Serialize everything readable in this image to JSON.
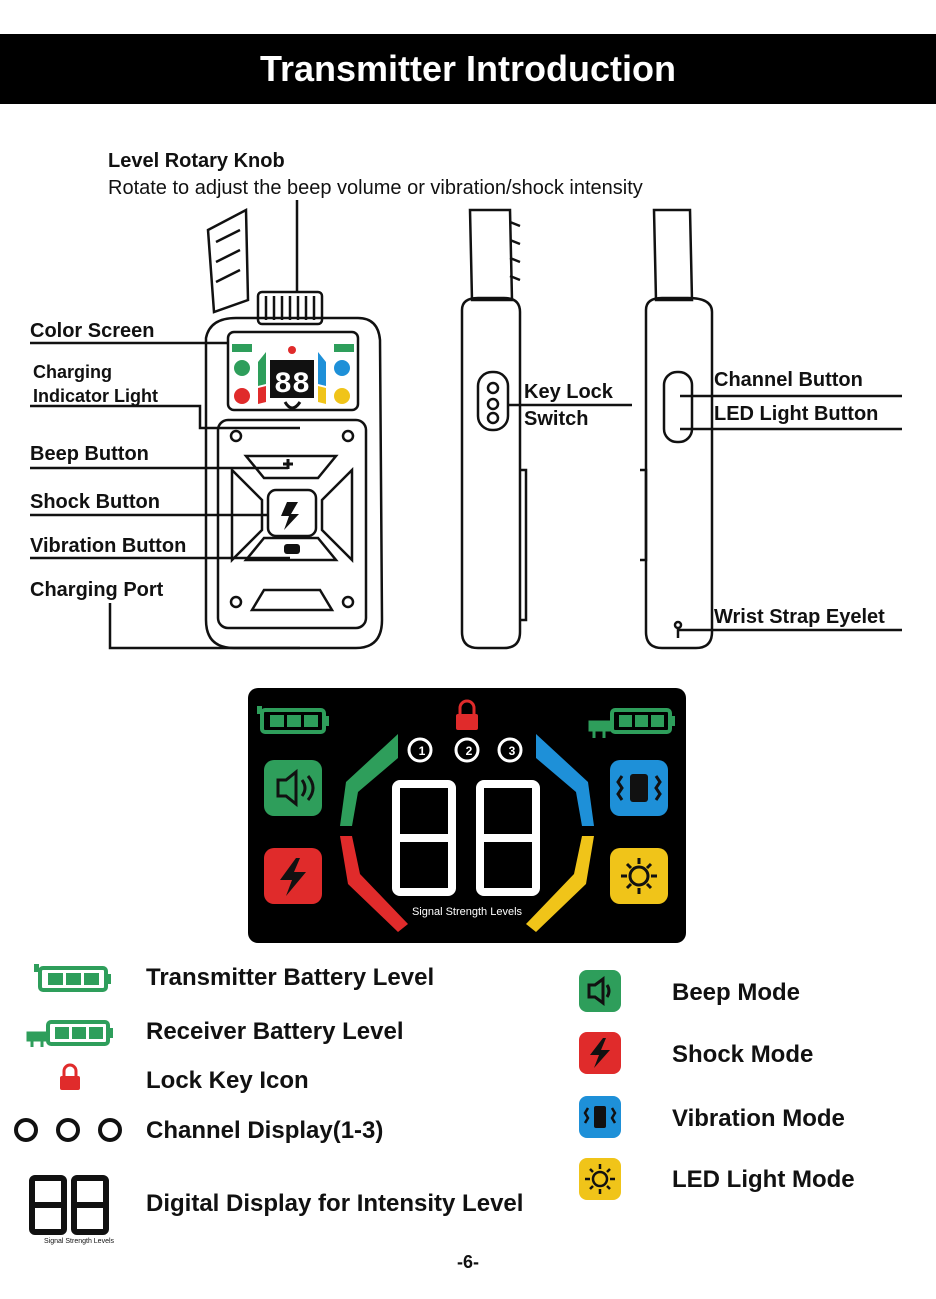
{
  "header": {
    "title": "Transmitter Introduction"
  },
  "knob": {
    "title": "Level Rotary Knob",
    "desc": "Rotate to adjust the beep volume or vibration/shock intensity"
  },
  "front_labels": {
    "color_screen": "Color Screen",
    "charging_line1": "Charging",
    "charging_line2": "Indicator Light",
    "beep_button": "Beep Button",
    "shock_button": "Shock Button",
    "vibration_button": "Vibration Button",
    "charging_port": "Charging Port"
  },
  "side_labels": {
    "key_lock_line1": "Key Lock",
    "key_lock_line2": "Switch",
    "channel_button": "Channel Button",
    "led_light_button": "LED Light Button",
    "wrist_strap": "Wrist Strap Eyelet"
  },
  "screen": {
    "digits": "88",
    "caption": "Signal Strength Levels",
    "colors": {
      "green": "#2e9e5b",
      "red": "#e02b2b",
      "blue": "#1e90d8",
      "yellow": "#f0c419"
    }
  },
  "legend_left": [
    {
      "icon": "transmitter-battery-icon",
      "label": "Transmitter Battery Level"
    },
    {
      "icon": "receiver-battery-icon",
      "label": "Receiver Battery Level"
    },
    {
      "icon": "lock-key-icon",
      "label": "Lock Key Icon"
    },
    {
      "icon": "channel-icons",
      "label": "Channel Display(1-3)"
    },
    {
      "icon": "digital-display-icon",
      "label": "Digital Display for Intensity Level"
    }
  ],
  "legend_right": [
    {
      "icon": "beep-mode-icon",
      "label": "Beep Mode"
    },
    {
      "icon": "shock-mode-icon",
      "label": "Shock Mode"
    },
    {
      "icon": "vibration-mode-icon",
      "label": "Vibration Mode"
    },
    {
      "icon": "led-light-mode-icon",
      "label": "LED Light Mode"
    }
  ],
  "mini_digits_caption": "Signal Strength Levels",
  "page_number": "-6-"
}
